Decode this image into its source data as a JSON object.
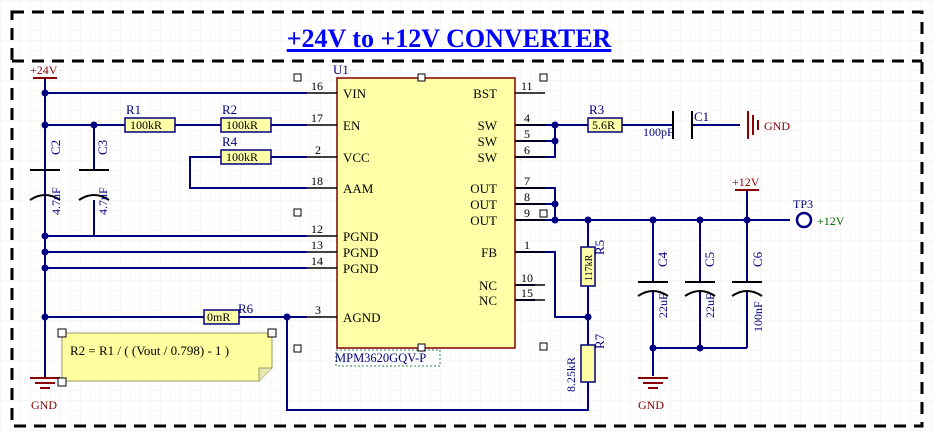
{
  "title": "+24V to +12V CONVERTER",
  "colors": {
    "wire": "#000080",
    "component_body": "#ffffa8",
    "component_outline": "#800000",
    "power_label": "#8b0000",
    "net_label": "#006400",
    "ref_designator": "#000080",
    "note_fill": "#ffffa0",
    "frame": "#000000",
    "background_grid": "#f0f0f0"
  },
  "ic": {
    "ref": "U1",
    "part": "MPM3620GQV-P",
    "left_pins": [
      {
        "num": "16",
        "name": "VIN"
      },
      {
        "num": "17",
        "name": "EN"
      },
      {
        "num": "2",
        "name": "VCC"
      },
      {
        "num": "18",
        "name": "AAM"
      },
      {
        "num": "12",
        "name": "PGND"
      },
      {
        "num": "13",
        "name": "PGND"
      },
      {
        "num": "14",
        "name": "PGND"
      },
      {
        "num": "3",
        "name": "AGND"
      }
    ],
    "right_pins": [
      {
        "num": "11",
        "name": "BST"
      },
      {
        "num": "4",
        "name": "SW"
      },
      {
        "num": "5",
        "name": "SW"
      },
      {
        "num": "6",
        "name": "SW"
      },
      {
        "num": "7",
        "name": "OUT"
      },
      {
        "num": "8",
        "name": "OUT"
      },
      {
        "num": "9",
        "name": "OUT"
      },
      {
        "num": "1",
        "name": "FB"
      },
      {
        "num": "10",
        "name": "NC"
      },
      {
        "num": "15",
        "name": "NC"
      }
    ]
  },
  "resistors": [
    {
      "ref": "R1",
      "value": "100kR"
    },
    {
      "ref": "R2",
      "value": "100kR"
    },
    {
      "ref": "R4",
      "value": "100kR"
    },
    {
      "ref": "R3",
      "value": "5.6R"
    },
    {
      "ref": "R6",
      "value": "0mR"
    },
    {
      "ref": "R5",
      "value": "117kR"
    },
    {
      "ref": "R7",
      "value": "8.25kR"
    }
  ],
  "capacitors": [
    {
      "ref": "C1",
      "value": "100pF"
    },
    {
      "ref": "C2",
      "value": "4.7uF"
    },
    {
      "ref": "C3",
      "value": "4.7uF"
    },
    {
      "ref": "C4",
      "value": "22uF"
    },
    {
      "ref": "C5",
      "value": "22uF"
    },
    {
      "ref": "C6",
      "value": "100nF"
    }
  ],
  "power": {
    "vin": "+24V",
    "vout": "+12V",
    "gnd": "GND"
  },
  "testpoint": {
    "ref": "TP3",
    "net": "+12V"
  },
  "note": "R2 = R1 / ( (Vout / 0.798) - 1 )"
}
